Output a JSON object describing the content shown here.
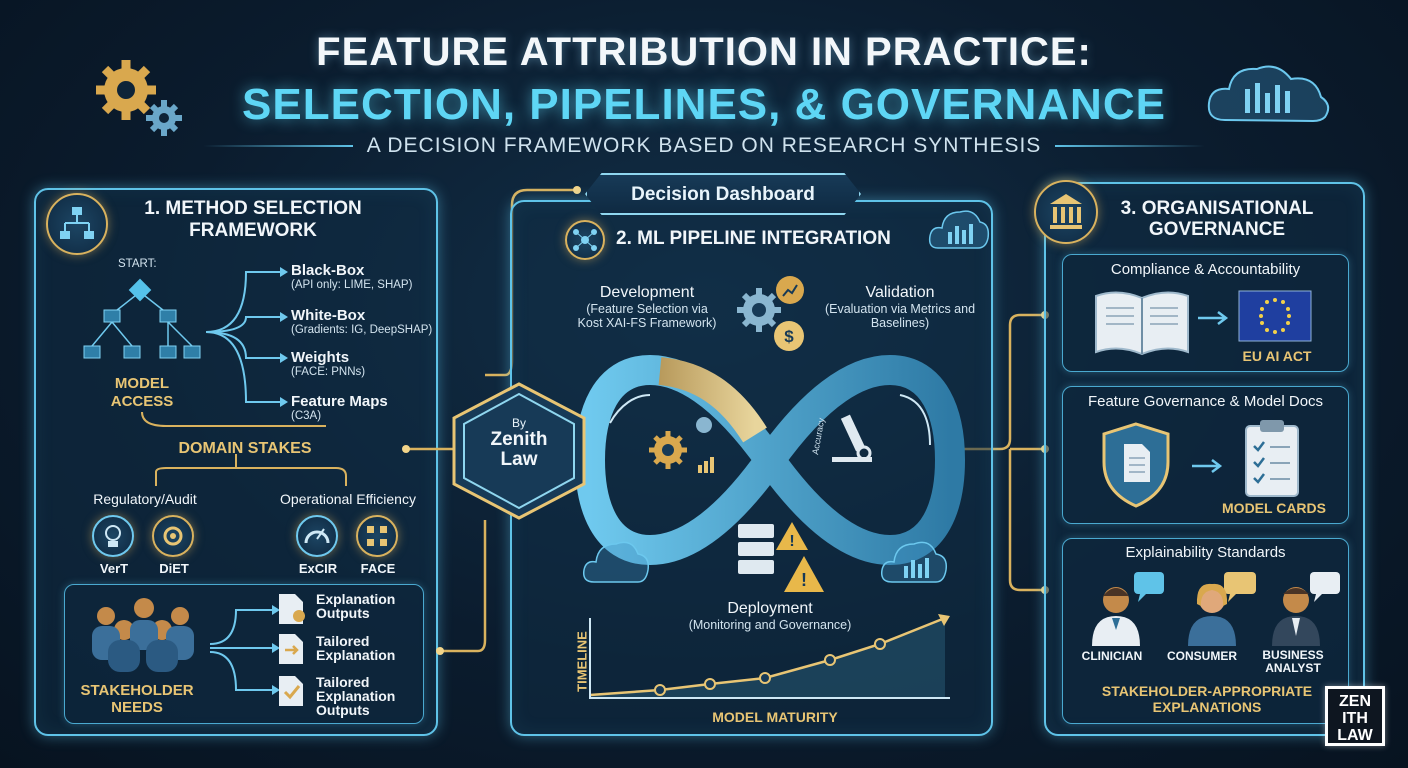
{
  "header": {
    "title_line1": "FEATURE ATTRIBUTION IN PRACTICE:",
    "title_line2": "SELECTION, PIPELINES, & GOVERNANCE",
    "subtitle": "A DECISION FRAMEWORK BASED ON RESEARCH SYNTHESIS"
  },
  "left": {
    "title": "1. METHOD SELECTION FRAMEWORK",
    "start_label": "START:",
    "model_access": "MODEL ACCESS",
    "options": [
      {
        "name": "Black-Box",
        "detail": "(API only: LIME, SHAP)"
      },
      {
        "name": "White-Box",
        "detail": "(Gradients: IG, DeepSHAP)"
      },
      {
        "name": "Weights",
        "detail": "(FACE: PNNs)"
      },
      {
        "name": "Feature Maps",
        "detail": "(C3A)"
      }
    ],
    "domain_stakes": "DOMAIN STAKES",
    "regulatory": "Regulatory/Audit",
    "operational": "Operational Efficiency",
    "methods": [
      "VerT",
      "DiET",
      "ExCIR",
      "FACE"
    ],
    "stakeholder_needs": "STAKEHOLDER NEEDS",
    "outputs": [
      "Explanation Outputs",
      "Tailored Explanation",
      "Tailored Explanation Outputs"
    ]
  },
  "center": {
    "dashboard": "Decision Dashboard",
    "title": "2. ML PIPELINE INTEGRATION",
    "development_title": "Development",
    "development_detail": "(Feature Selection via Kost XAI-FS Framework)",
    "validation_title": "Validation",
    "validation_detail": "(Evaluation via Metrics and Baselines)",
    "accuracy": "Accuracy",
    "deployment_title": "Deployment",
    "deployment_detail": "(Monitoring and Governance)",
    "timeline": "TIMELINE",
    "model_maturity": "MODEL MATURITY",
    "badge_by": "By",
    "badge_name": "Zenith Law"
  },
  "right": {
    "title": "3. ORGANISATIONAL GOVERNANCE",
    "compliance": "Compliance & Accountability",
    "eu_act": "EU AI ACT",
    "feature_gov": "Feature Governance & Model Docs",
    "model_cards": "MODEL CARDS",
    "standards": "Explainability Standards",
    "roles": [
      "CLINICIAN",
      "CONSUMER",
      "BUSINESS ANALYST"
    ],
    "stakeholder_expl": "STAKEHOLDER-APPROPRIATE EXPLANATIONS"
  },
  "logo": {
    "text": "ZEN ITH LAW"
  },
  "colors": {
    "accent": "#5ed6f5",
    "gold": "#e8c574",
    "panel_border": "#5fc3e8",
    "background": "#0b1c2e"
  }
}
